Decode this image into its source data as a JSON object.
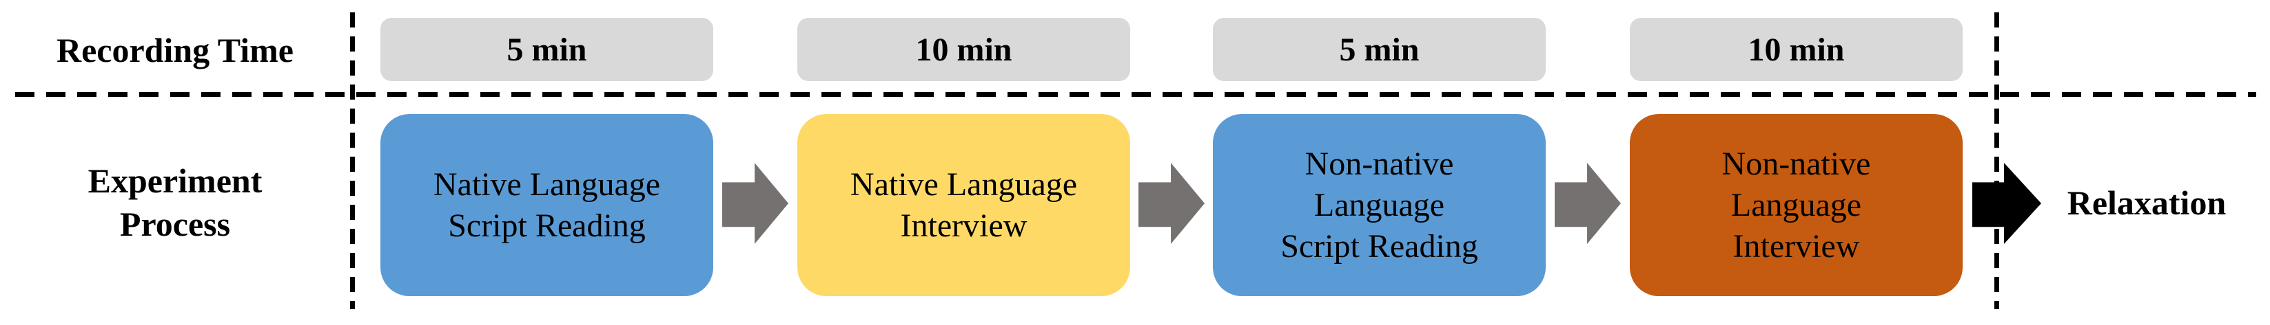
{
  "diagram": {
    "rows": {
      "recording_time_label": "Recording Time",
      "experiment_process_label": "Experiment\nProcess"
    },
    "steps": [
      {
        "time": "5 min",
        "label": "Native Language\nScript Reading",
        "color": "#5B9BD5"
      },
      {
        "time": "10 min",
        "label": "Native Language\nInterview",
        "color": "#FFD966"
      },
      {
        "time": "5 min",
        "label": "Non-native\nLanguage\nScript Reading",
        "color": "#5B9BD5"
      },
      {
        "time": "10 min",
        "label": "Non-native\nLanguage\nInterview",
        "color": "#C55A11"
      }
    ],
    "end_label": "Relaxation",
    "colors": {
      "time_box_bg": "#D9D9D9",
      "flow_arrow": "#767171",
      "end_arrow": "#000000",
      "divider_line": "#000000",
      "text": "#000000",
      "background": "#FFFFFF"
    }
  }
}
